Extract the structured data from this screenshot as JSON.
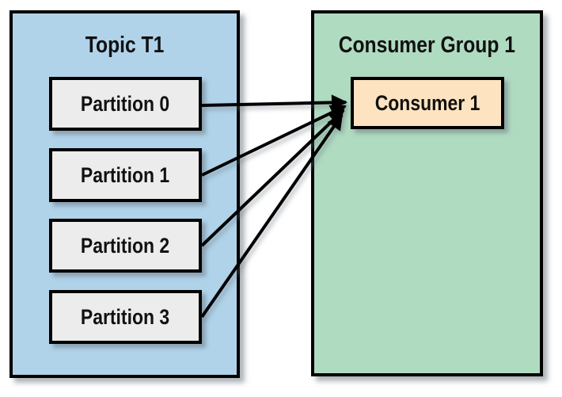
{
  "diagram": {
    "kind": "topic-partitions-to-consumer-group",
    "topic": {
      "title": "Topic T1",
      "partitions": [
        {
          "label": "Partition 0"
        },
        {
          "label": "Partition 1"
        },
        {
          "label": "Partition 2"
        },
        {
          "label": "Partition 3"
        }
      ]
    },
    "consumer_group": {
      "title": "Consumer Group 1",
      "consumers": [
        {
          "label": "Consumer 1"
        }
      ]
    },
    "connections": [
      {
        "from": "Partition 0",
        "to": "Consumer 1"
      },
      {
        "from": "Partition 1",
        "to": "Consumer 1"
      },
      {
        "from": "Partition 2",
        "to": "Consumer 1"
      },
      {
        "from": "Partition 3",
        "to": "Consumer 1"
      }
    ],
    "colors": {
      "topic_fill": "#b0d3ea",
      "consumer_group_fill": "#afdbc1",
      "partition_fill": "#ececec",
      "consumer_fill": "#fde3c0",
      "border": "#000000",
      "arrow": "#000000"
    }
  }
}
